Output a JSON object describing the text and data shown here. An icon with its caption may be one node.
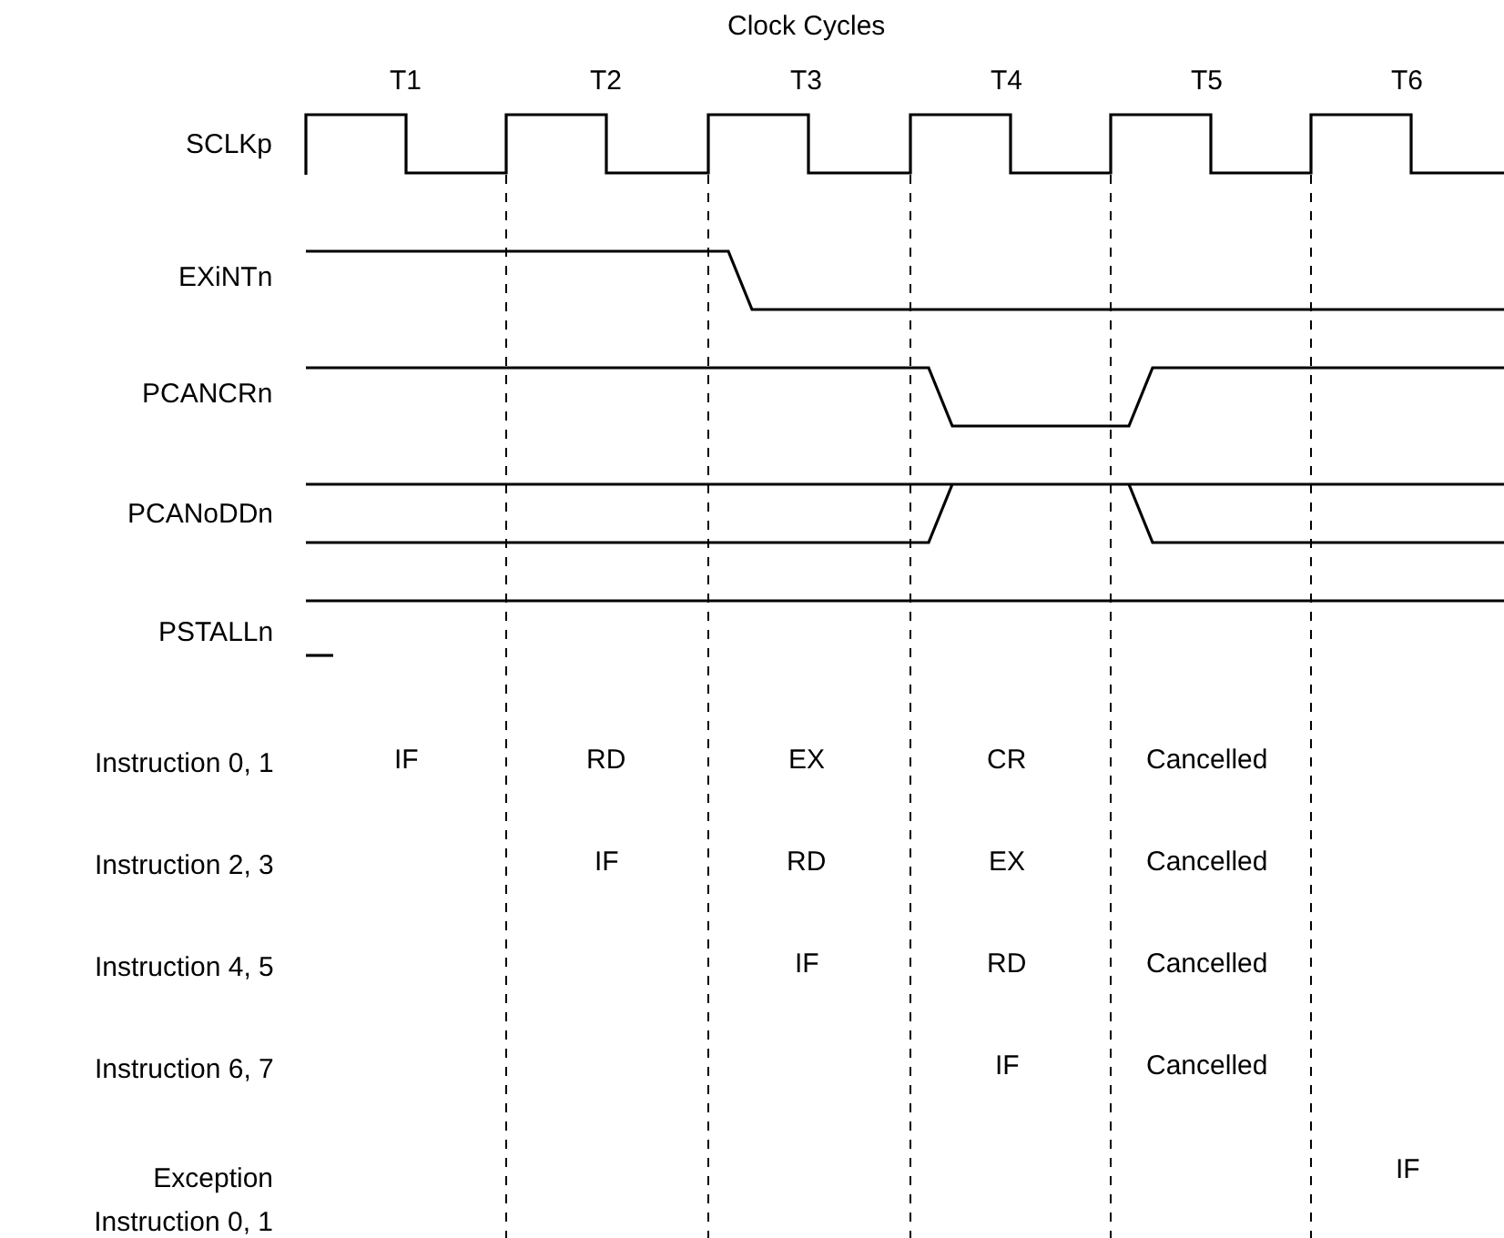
{
  "diagram": {
    "title": "Clock Cycles",
    "labels": [
      "T1",
      "T2",
      "T3",
      "T4",
      "T5",
      "T6",
      "SCLKp",
      "EXiNTn",
      "PCANCRn",
      "PCANoDDn",
      "PSTALLn",
      "Instruction 0, 1",
      "IF",
      "RD",
      "EX",
      "CR",
      "Cancelled",
      "Instruction 2, 3",
      "IF",
      "RD",
      "EX",
      "Cancelled",
      "Instruction 4, 5",
      "IF",
      "RD",
      "Cancelled",
      "Instruction 6, 7",
      "IF",
      "Cancelled",
      "Exception Instruction 0, 1",
      "IF"
    ]
  }
}
